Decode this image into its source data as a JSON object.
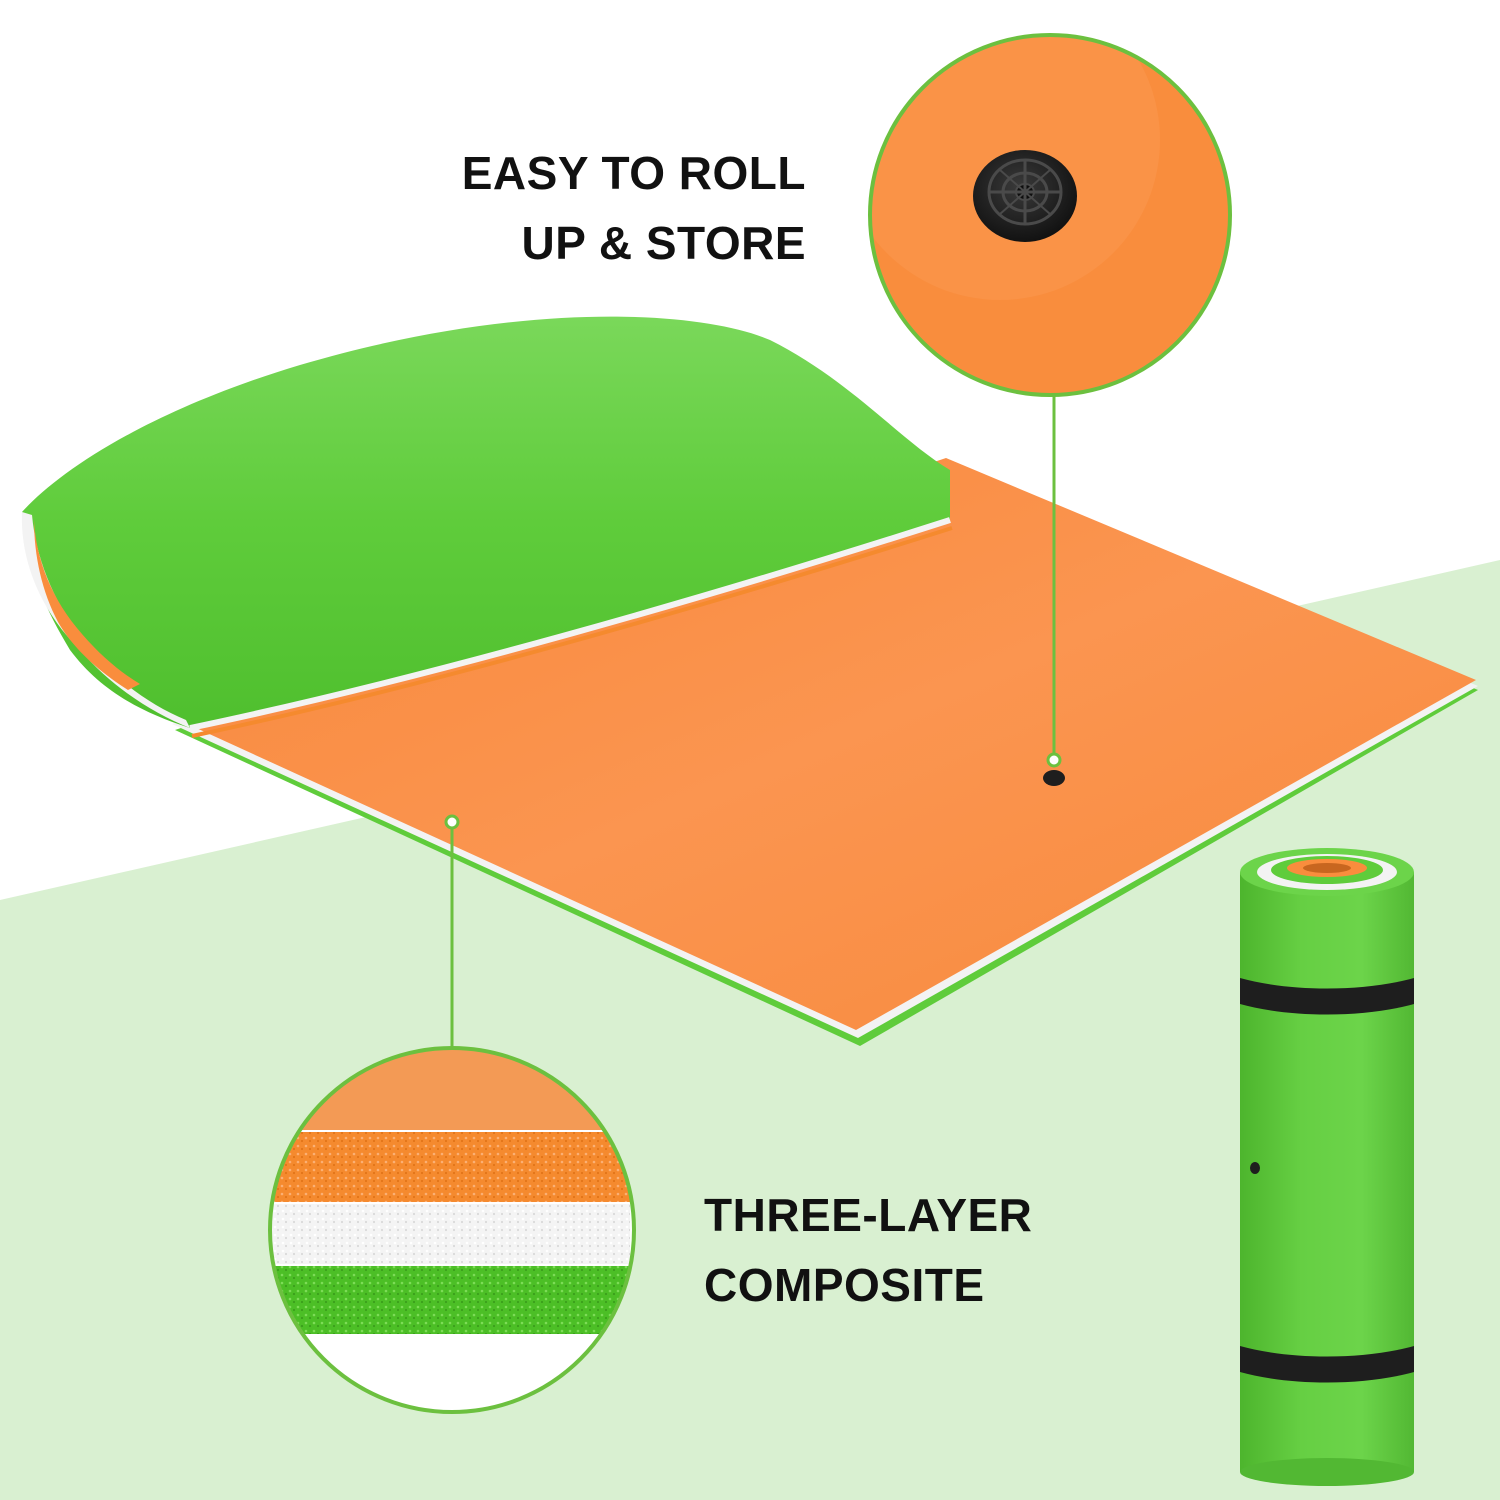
{
  "colors": {
    "background_top": "#ffffff",
    "background_floor": "#d9f0d1",
    "mat_green": "#5fcc3b",
    "mat_orange": "#f98d3d",
    "foam_white": "#f5f5f5",
    "plug_black": "#1e1e1e",
    "callout_line": "#6cc03f"
  },
  "callout_top": {
    "icon": "drain-plug-icon",
    "lines": [
      "EASY TO ROLL",
      "UP & STORE"
    ]
  },
  "callout_bottom": {
    "icon": "foam-layers-icon",
    "lines": [
      "THREE-LAYER",
      "COMPOSITE"
    ]
  }
}
